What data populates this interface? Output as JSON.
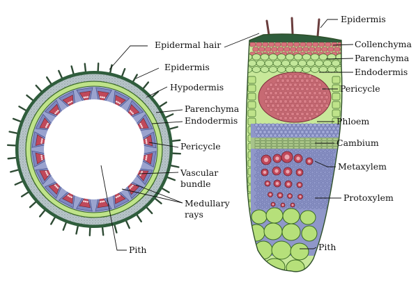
{
  "left_labels": {
    "epidermal_hair": "Epidermal hair",
    "epidermis": "Epidermis",
    "hypodermis": "Hypodermis",
    "parenchyma": "Parenchyma",
    "endodermis": "Endodermis",
    "pericycle": "Pericycle",
    "vascular_bundle_1": "Vascular",
    "vascular_bundle_2": "bundle",
    "medullary_rays_1": "Medullary",
    "medullary_rays_2": "rays",
    "pith": "Pith"
  },
  "right_labels": {
    "epidermis": "Epidermis",
    "collenchyma": "Collenchyma",
    "parenchyma": "Parenchyma",
    "endodermis": "Endodermis",
    "pericycle": "Pericycle",
    "phloem": "Phloem",
    "cambium": "Cambium",
    "metaxylem": "Metaxylem",
    "protoxylem": "Protoxylem",
    "pith": "Pith"
  },
  "colors": {
    "epidermis": "#2f5d3c",
    "hypodermis": "#b9c6c9",
    "parenchyma": "#bfe38a",
    "cortex_outline": "#3d6b2a",
    "vascular_blue": "#8f97c9",
    "vascular_red": "#c0485a",
    "hair": "#2e4a34",
    "collenchyma": "#d9737c",
    "pith_cell": "#b6e07a"
  }
}
